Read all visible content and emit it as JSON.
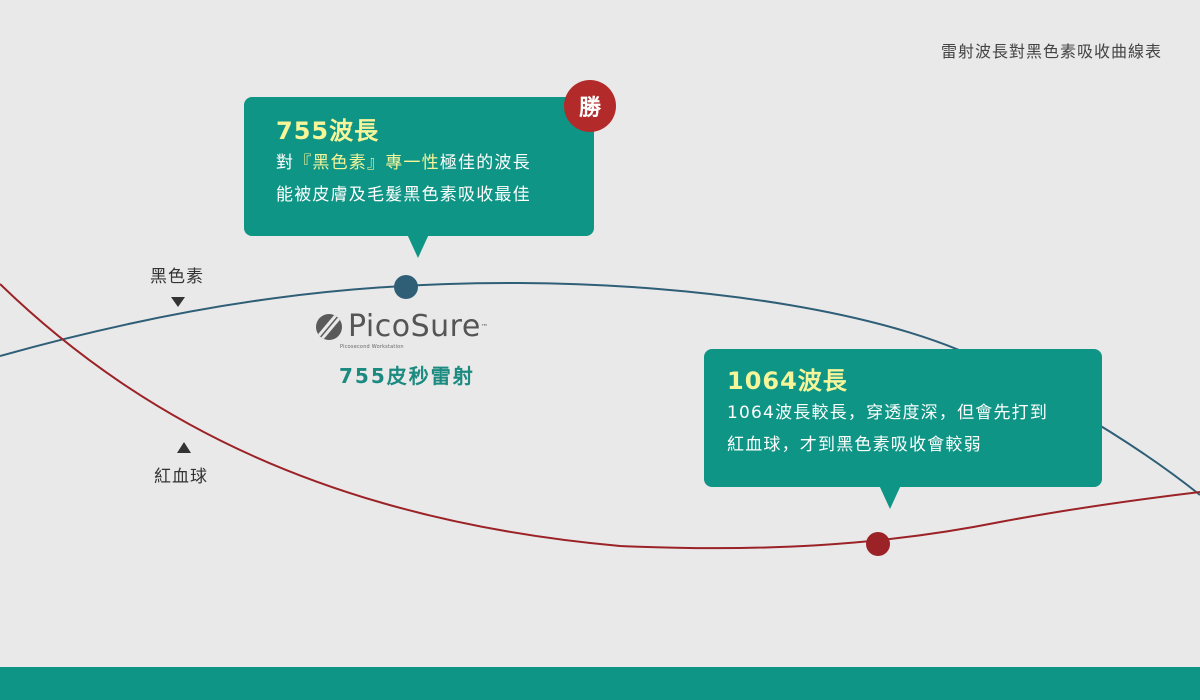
{
  "title": "雷射波長對黑色素吸收曲線表",
  "axis_labels": {
    "melanin": "黑色素",
    "blood": "紅血球"
  },
  "bubble_755": {
    "title": "755波長",
    "line1_prefix": "對",
    "line1_highlight": "『黑色素』專一性",
    "line1_suffix": "極佳的波長",
    "line2": "能被皮膚及毛髮黑色素吸收最佳"
  },
  "win_badge": "勝",
  "logo": {
    "word": "PicoSure",
    "tm": "™",
    "sub": "Picosecond Workstation"
  },
  "laser_name": "755皮秒雷射",
  "bubble_1064": {
    "title": "1064波長",
    "line1": "1064波長較長，穿透度深，但會先打到",
    "line2": "紅血球，才到黑色素吸收會較弱"
  },
  "colors": {
    "background": "#e9e9e9",
    "teal": "#0e9585",
    "highlight_yellow": "#f6f59a",
    "melanin_curve": "#2f5f77",
    "blood_curve": "#9b2226",
    "win_red": "#b22a2a"
  }
}
